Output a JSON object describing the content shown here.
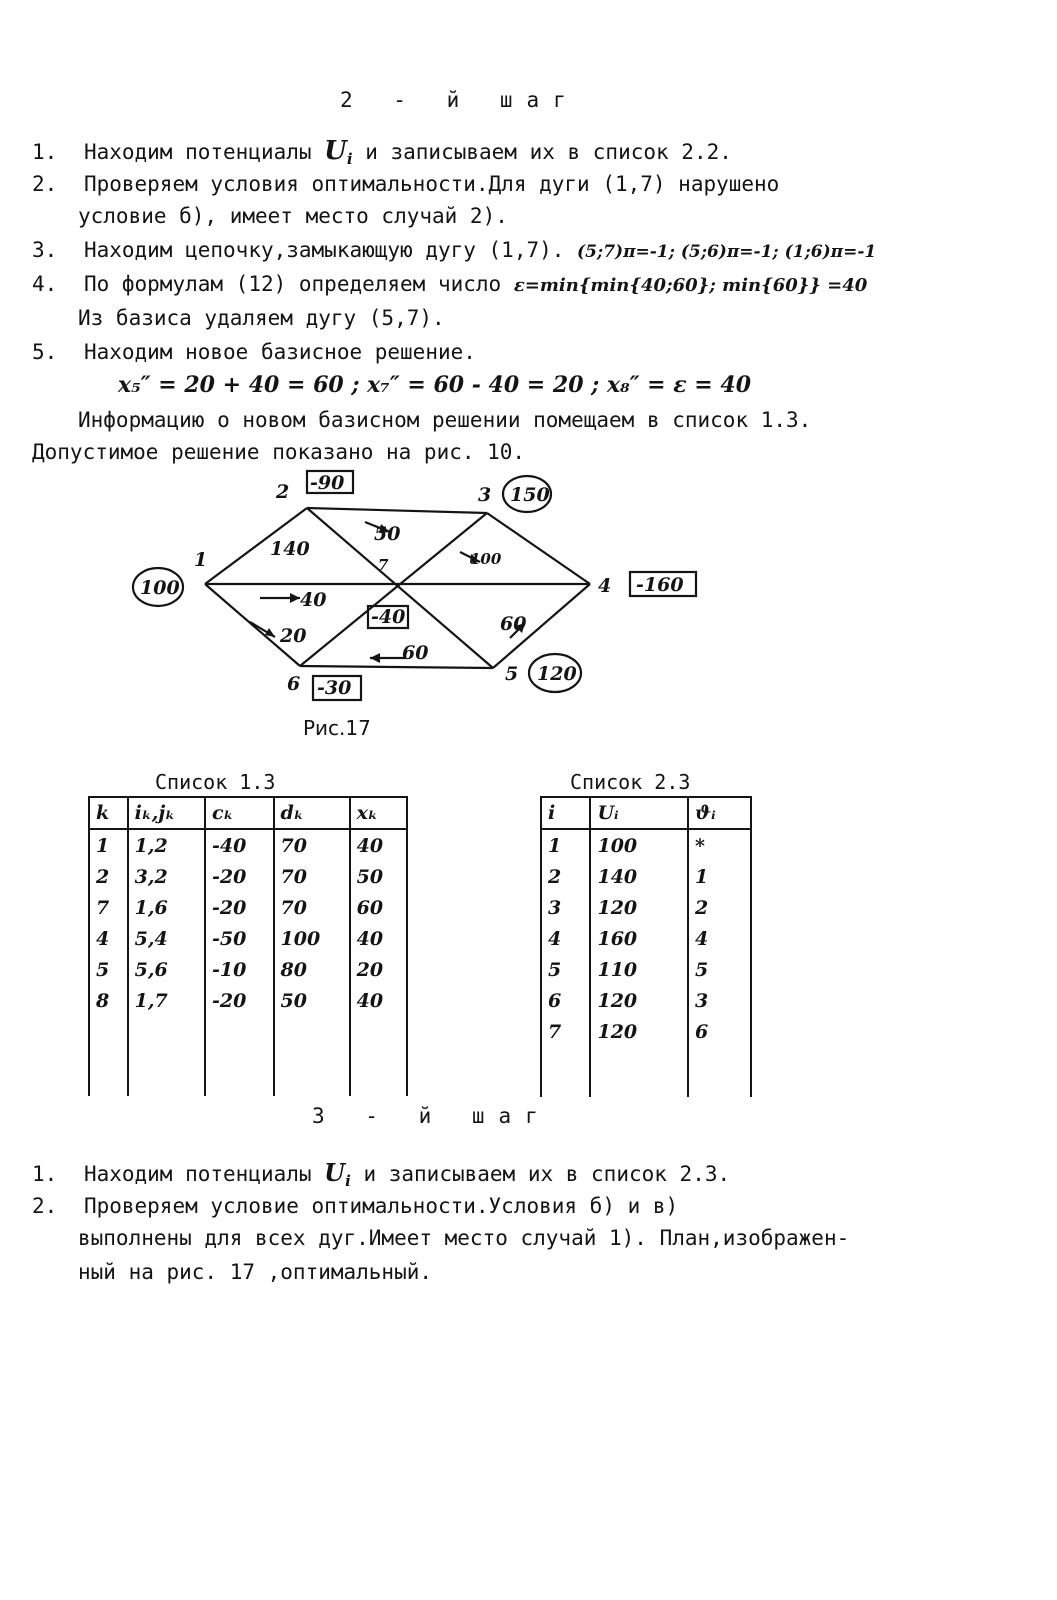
{
  "step2": {
    "title": "2 - й шаг",
    "items": [
      {
        "num": "1.",
        "text": "Находим потенциалы ",
        "math": "U",
        "math_sub": "i",
        "tail": " и записываем их в список 2.2."
      },
      {
        "num": "2.",
        "text": "Проверяем условия оптимальности.Для дуги (1,7) нарушено"
      },
      {
        "num": "",
        "text": "условие  б), имеет место случай  2)."
      },
      {
        "num": "3.",
        "text": "Находим цепочку,замыкающую дугу (1,7). ",
        "math": "(5;7)π=-1; (5;6)π=-1; (1;6)π=-1"
      },
      {
        "num": "4.",
        "text": "По формулам (12) определяем число ",
        "math": "ε=min{min{40;60}; min{60}} =40"
      },
      {
        "num": "",
        "text": "Из базиса удаляем дугу  (5,7)."
      },
      {
        "num": "5.",
        "text": "Находим новое базисное решение."
      }
    ],
    "formula": "x₅″ = 20 + 40 = 60 ;  x₇″ = 60 - 40 = 20 ;  x₈″ = ε = 40",
    "para1": "Информацию о новом базисном решении помещаем в список 1.3.",
    "para2": "Допустимое решение показано на рис. 10."
  },
  "figure": {
    "caption": "Рис.17",
    "nodes": [
      {
        "id": "1",
        "label": "1",
        "value": "100",
        "box": "circle"
      },
      {
        "id": "2",
        "label": "2",
        "value": "-90",
        "box": "square"
      },
      {
        "id": "3",
        "label": "3",
        "value": "150",
        "box": "circle"
      },
      {
        "id": "4",
        "label": "4",
        "value": "-160",
        "box": "square"
      },
      {
        "id": "5",
        "label": "5",
        "value": "120",
        "box": "circle"
      },
      {
        "id": "6",
        "label": "6",
        "value": "-30",
        "box": "square"
      },
      {
        "id": "7",
        "label": "7",
        "value": "-40",
        "box": "square"
      }
    ],
    "edge_labels": [
      "140",
      "50",
      "100",
      "40",
      "20",
      "60",
      "60"
    ]
  },
  "list13": {
    "title": "Список 1.3",
    "headers": [
      "k",
      "iₖ,jₖ",
      "cₖ",
      "dₖ",
      "xₖ"
    ],
    "rows": [
      [
        "1",
        "1,2",
        "-40",
        "70",
        "40"
      ],
      [
        "2",
        "3,2",
        "-20",
        "70",
        "50"
      ],
      [
        "7",
        "1,6",
        "-20",
        "70",
        "60"
      ],
      [
        "4",
        "5,4",
        "-50",
        "100",
        "40"
      ],
      [
        "5",
        "5,6",
        "-10",
        "80",
        "20"
      ],
      [
        "8",
        "1,7",
        "-20",
        "50",
        "40"
      ]
    ]
  },
  "list23": {
    "title": "Список 2.3",
    "headers": [
      "i",
      "Uᵢ",
      "ϑᵢ"
    ],
    "rows": [
      [
        "1",
        "100",
        "*"
      ],
      [
        "2",
        "140",
        "1"
      ],
      [
        "3",
        "120",
        "2"
      ],
      [
        "4",
        "160",
        "4"
      ],
      [
        "5",
        "110",
        "5"
      ],
      [
        "6",
        "120",
        "3"
      ],
      [
        "7",
        "120",
        "6"
      ]
    ]
  },
  "step3": {
    "title": "3 - й шаг",
    "items": [
      {
        "num": "1.",
        "text": "Находим потенциалы ",
        "math": "U",
        "math_sub": "i",
        "tail": " и записываем их в список  2.3."
      },
      {
        "num": "2.",
        "text": "Проверяем условие оптимальности.Условия  б)  и  в)"
      },
      {
        "num": "",
        "text": "выполнены для всех дуг.Имеет место случай 1). План,изображен-"
      },
      {
        "num": "",
        "text": "ный на рис. 17 ,оптимальный."
      }
    ]
  }
}
